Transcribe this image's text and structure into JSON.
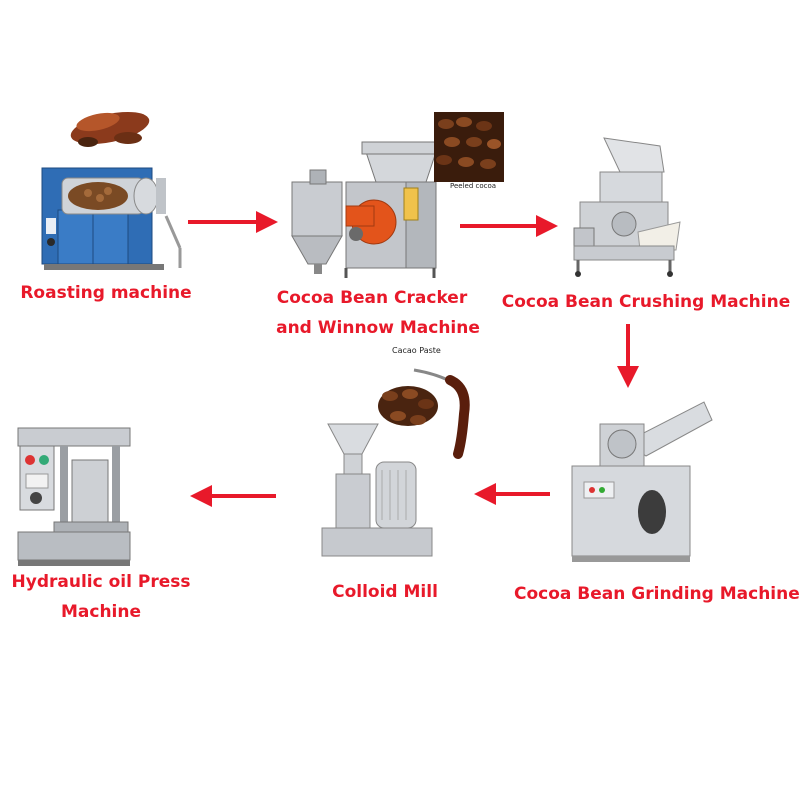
{
  "steps": {
    "roasting": {
      "label": "Roasting machine"
    },
    "cracker": {
      "label_line1": "Cocoa Bean Cracker",
      "label_line2": "and Winnow Machine",
      "inset_caption": "Peeled cocoa"
    },
    "crushing": {
      "label": "Cocoa Bean Crushing Machine"
    },
    "grinding": {
      "label": "Cocoa Bean Grinding Machine"
    },
    "colloid": {
      "label": "Colloid Mill",
      "inset_caption": "Cacao Paste"
    },
    "press": {
      "label_line1": "Hydraulic oil Press",
      "label_line2": "Machine"
    }
  },
  "colors": {
    "label": "#e8192a",
    "arrow": "#e8192a",
    "steel": "#c9ccd1",
    "blue_body": "#2f6db5",
    "orange": "#e3541b",
    "cocoa": "#5a2e16"
  }
}
